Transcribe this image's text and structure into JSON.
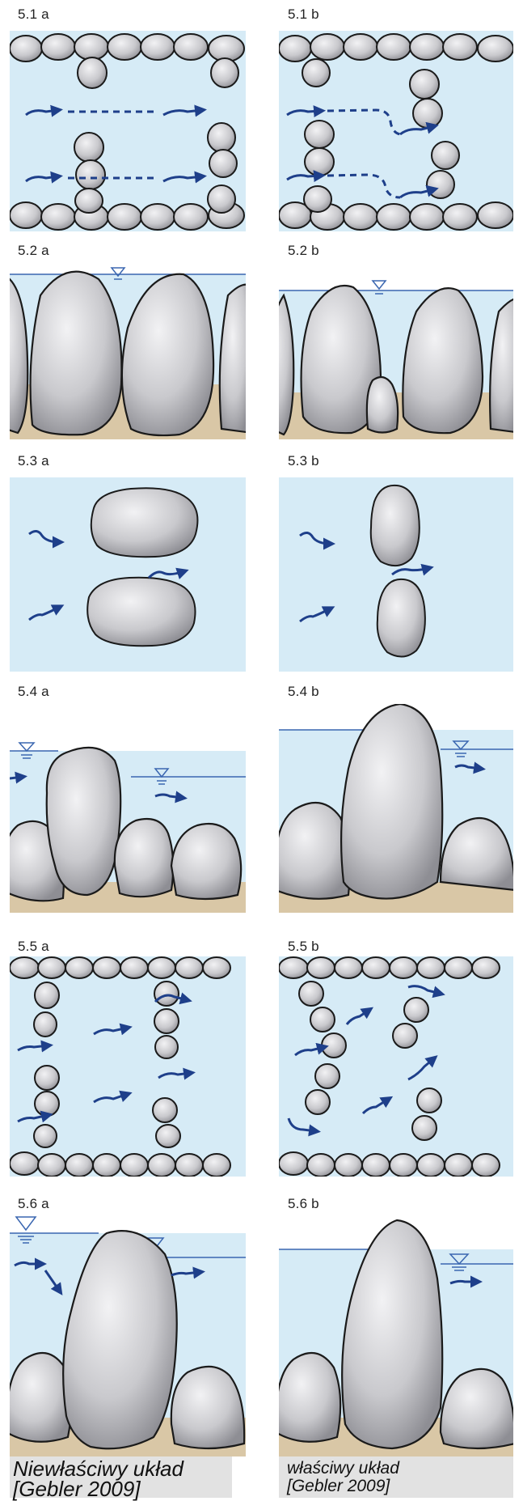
{
  "labels": {
    "p51a": "5.1 a",
    "p51b": "5.1 b",
    "p52a": "5.2 a",
    "p52b": "5.2 b",
    "p53a": "5.3 a",
    "p53b": "5.3 b",
    "p54a": "5.4 a",
    "p54b": "5.4 b",
    "p55a": "5.5 a",
    "p55b": "5.5 b",
    "p56a": "5.6 a",
    "p56b": "5.6 b"
  },
  "captions": {
    "wrong_line1": "Niewłaściwy układ",
    "wrong_line2": "[Gebler 2009]",
    "right_line1": "właściwy układ",
    "right_line2": "[Gebler 2009]"
  },
  "colors": {
    "water": "#d6ebf6",
    "bed": "#d9c7a6",
    "stone_fill": "#c4c4c8",
    "stone_outline": "#1a1a1a",
    "arrow": "#1e3f8a",
    "water_line": "#3a66b0"
  }
}
